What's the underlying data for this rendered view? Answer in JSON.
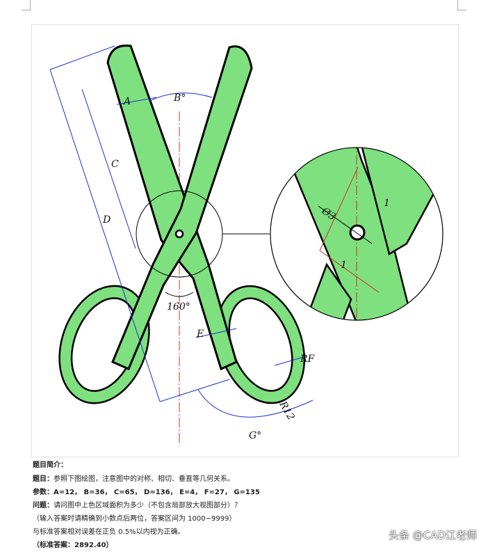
{
  "drawing": {
    "fill_color": "#7ee07e",
    "dim_color": "#1a2fd6",
    "center_line_color": "#cc3322",
    "labels": {
      "A": "A",
      "B": "B°",
      "C": "C",
      "D": "D",
      "angle": "160°",
      "E": "E",
      "RF": "RF",
      "R12": "R12",
      "G": "G°",
      "dia": "Ø3",
      "gap1": "1",
      "gap2": "1"
    }
  },
  "text": {
    "intro_label": "题目简介：",
    "q_label": "题目：",
    "q_text": "参照下图绘图，注意图中的对称、相切、垂直等几何关系。",
    "params_label": "参数：",
    "params_text": "A=12， B=36， C=65， D=136， E=4， F=27， G=135",
    "question_label": "问题：",
    "question_text": "请问图中上色区域面积为多少（不包含局部放大视图部分）？",
    "note1": "（输入答案时请精确到小数点后两位，答案区间为 1000~9999）",
    "note2": "与标准答案相对误差在正负 0.5%以内视为正确。",
    "answer": "（标准答案：2892.40）"
  },
  "watermark": "头条 @CAD江老师"
}
